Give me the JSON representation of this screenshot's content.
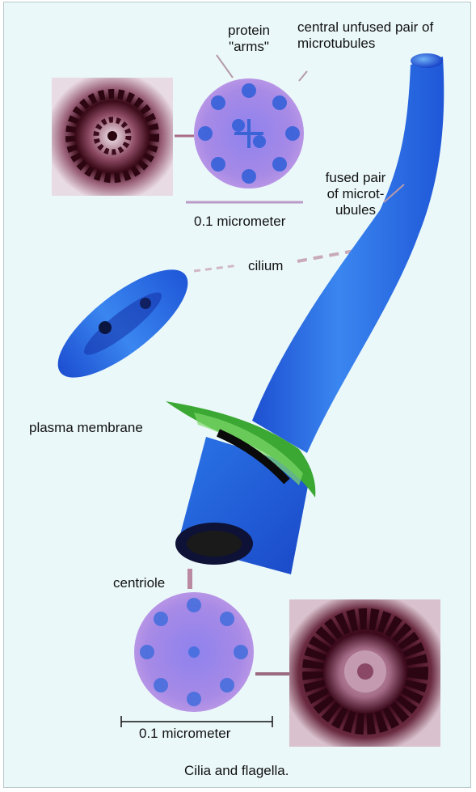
{
  "labels": {
    "protein_arms_line1": "protein",
    "protein_arms_line2": "\"arms\"",
    "central_unfused_line1": "central unfused pair of",
    "central_unfused_line2": "microtubules",
    "fused_pair_line1": "fused pair",
    "fused_pair_line2": "of microt-",
    "fused_pair_line3": "ubules",
    "scale_top": "0.1 micrometer",
    "cilium": "cilium",
    "plasma_membrane": "plasma membrane",
    "centriole": "centriole",
    "scale_bottom": "0.1 micrometer"
  },
  "caption": "Cilia and flagella.",
  "colors": {
    "background": "#ebf8f9",
    "cilium_blue": "#2f6fe0",
    "membrane_green": "#3aa832",
    "cross_section_purple": "#a98be6",
    "micrograph_dark": "#5a1426"
  }
}
